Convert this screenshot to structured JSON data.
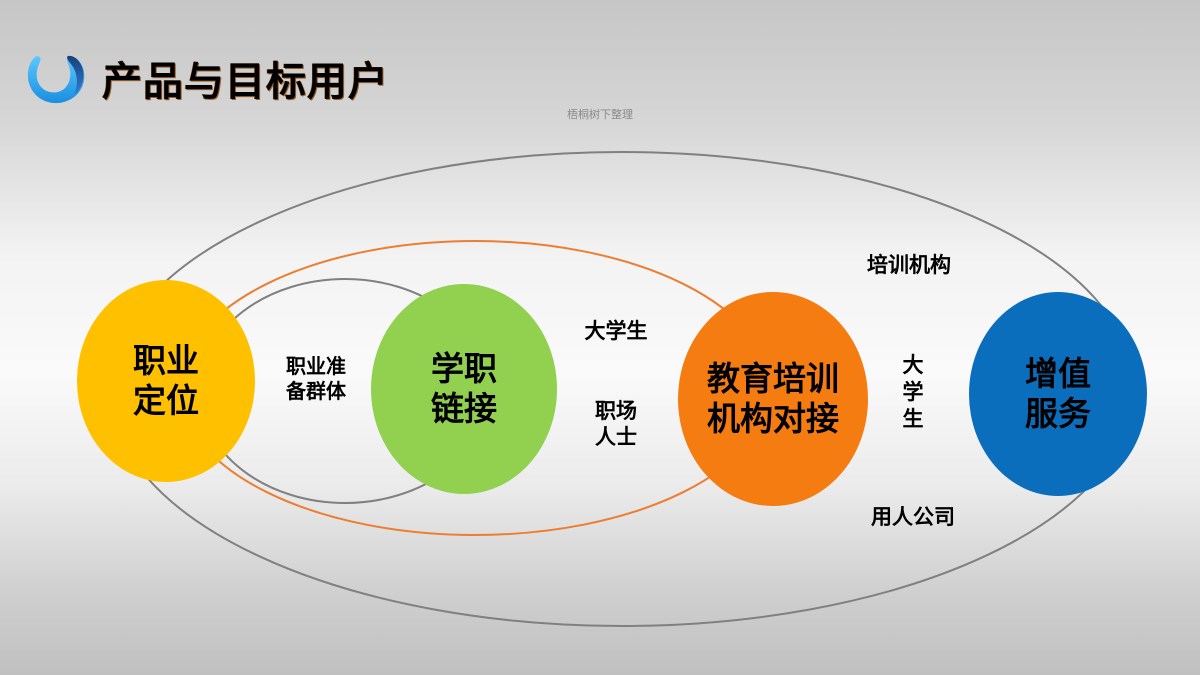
{
  "header": {
    "title": "产品与目标用户",
    "logo_icon": "blue-u-swirl-logo-icon"
  },
  "subtitle": "梧桐树下整理",
  "colors": {
    "background_top": "#c6c6c6",
    "background_mid": "#fafafa",
    "outer_ring": "#7f7f7f",
    "orange_ring": "#ed7d31",
    "inner_ring": "#7f7f7f",
    "node_yellow": "#ffc000",
    "node_green": "#92d050",
    "node_orange": "#f57c10",
    "node_blue": "#0a6ebd"
  },
  "nodes": [
    {
      "id": "career-positioning",
      "line1": "职业",
      "line2": "定位",
      "color": "#ffc000"
    },
    {
      "id": "study-career-link",
      "line1": "学职",
      "line2": "链接",
      "color": "#92d050"
    },
    {
      "id": "training-institution-connect",
      "line1": "教育培训",
      "line2": "机构对接",
      "color": "#f57c10"
    },
    {
      "id": "value-added-service",
      "line1": "增值",
      "line2": "服务",
      "color": "#0a6ebd"
    }
  ],
  "labels": {
    "career_prep_group": {
      "line1": "职业准",
      "line2": "备群体"
    },
    "college_students_1": "大学生",
    "professionals": {
      "line1": "职场",
      "line2": "人士"
    },
    "college_students_2": {
      "c1": "大",
      "c2": "学",
      "c3": "生"
    },
    "training_institutions": "培训机构",
    "hiring_companies": "用人公司"
  }
}
